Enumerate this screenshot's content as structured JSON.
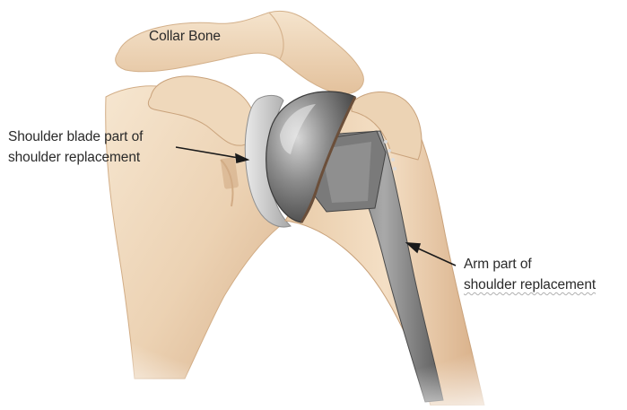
{
  "labels": {
    "collar_bone": "Collar Bone",
    "shoulder_blade_part": [
      "Shoulder blade part of",
      "shoulder replacement"
    ],
    "arm_part": [
      "Arm part of",
      "shoulder replacement"
    ]
  },
  "colors": {
    "bone_light": "#f3dfc6",
    "bone_mid": "#e6c6a3",
    "bone_shadow": "#c9a07a",
    "metal_light": "#c9c9c9",
    "metal_dark": "#4d4d4d",
    "label_text": "#2a2a2a",
    "arrow": "#1a1a1a"
  }
}
